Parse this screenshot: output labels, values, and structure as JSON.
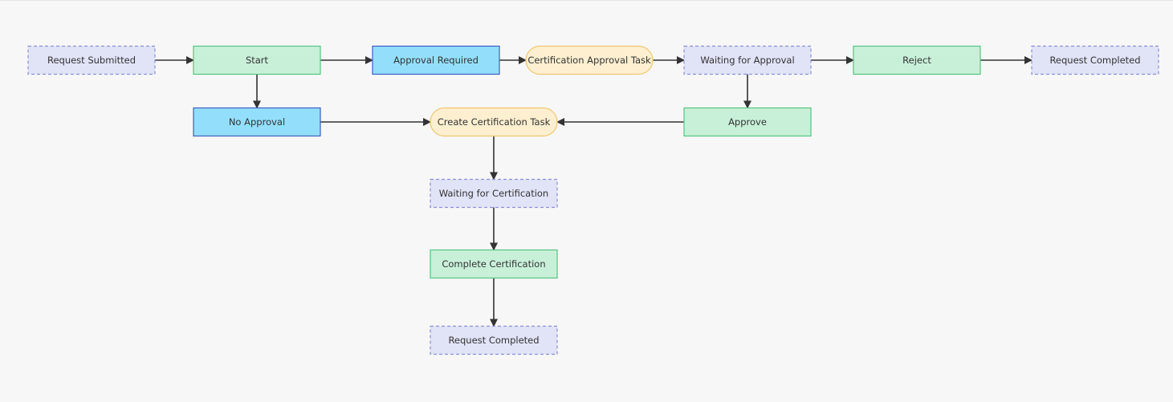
{
  "diagram": {
    "nodes": [
      {
        "id": "request_submitted",
        "label": "Request Submitted",
        "style": "event"
      },
      {
        "id": "start",
        "label": "Start",
        "style": "action"
      },
      {
        "id": "approval_required",
        "label": "Approval Required",
        "style": "decision"
      },
      {
        "id": "certification_approval_task",
        "label": "Certification Approval Task",
        "style": "task"
      },
      {
        "id": "waiting_for_approval",
        "label": "Waiting for Approval",
        "style": "event"
      },
      {
        "id": "reject",
        "label": "Reject",
        "style": "action"
      },
      {
        "id": "request_completed_top",
        "label": "Request Completed",
        "style": "event"
      },
      {
        "id": "no_approval",
        "label": "No Approval",
        "style": "decision"
      },
      {
        "id": "create_certification_task",
        "label": "Create Certification Task",
        "style": "task"
      },
      {
        "id": "approve",
        "label": "Approve",
        "style": "action"
      },
      {
        "id": "waiting_for_certification",
        "label": "Waiting for Certification",
        "style": "event"
      },
      {
        "id": "complete_certification",
        "label": "Complete Certification",
        "style": "action"
      },
      {
        "id": "request_completed_bottom",
        "label": "Request Completed",
        "style": "event"
      }
    ],
    "edges": [
      {
        "from": "request_submitted",
        "to": "start"
      },
      {
        "from": "start",
        "to": "approval_required"
      },
      {
        "from": "approval_required",
        "to": "certification_approval_task"
      },
      {
        "from": "certification_approval_task",
        "to": "waiting_for_approval"
      },
      {
        "from": "waiting_for_approval",
        "to": "reject"
      },
      {
        "from": "reject",
        "to": "request_completed_top"
      },
      {
        "from": "start",
        "to": "no_approval"
      },
      {
        "from": "waiting_for_approval",
        "to": "approve"
      },
      {
        "from": "no_approval",
        "to": "create_certification_task"
      },
      {
        "from": "approve",
        "to": "create_certification_task"
      },
      {
        "from": "create_certification_task",
        "to": "waiting_for_certification"
      },
      {
        "from": "waiting_for_certification",
        "to": "complete_certification"
      },
      {
        "from": "complete_certification",
        "to": "request_completed_bottom"
      }
    ]
  },
  "colors": {
    "background": "#f7f7f8",
    "event_fill": "#e1e3f7",
    "event_stroke": "#8c8fd6",
    "action_fill": "#c8f0d9",
    "action_stroke": "#55c47f",
    "decision_fill": "#93dffb",
    "decision_stroke": "#3c5fc4",
    "task_fill": "#fdefd0",
    "task_stroke": "#f0c66e",
    "edge": "#333333",
    "text": "#333333"
  }
}
